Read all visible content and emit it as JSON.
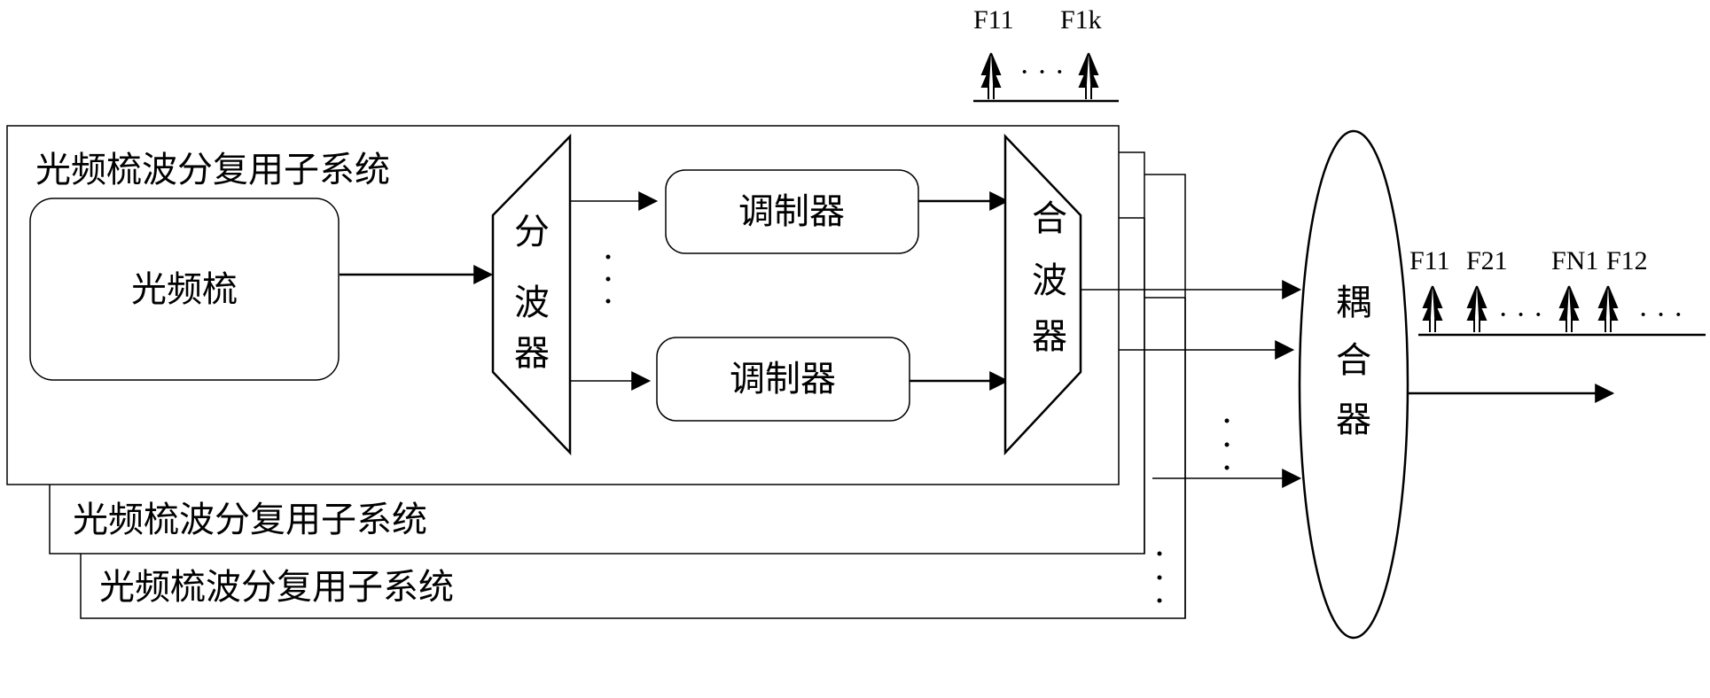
{
  "subsystem": {
    "title_front": "光频梳波分复用子系统",
    "title_middle": "光频梳波分复用子系统",
    "title_back": "光频梳波分复用子系统"
  },
  "comb_label": "光频梳",
  "demux_chars": [
    "分",
    "波",
    "器"
  ],
  "modulator_top": "调制器",
  "modulator_bottom": "调制器",
  "mux_chars": [
    "合",
    "波",
    "器"
  ],
  "coupler_chars": [
    "耦",
    "合",
    "器"
  ],
  "top_spectrum": {
    "labels": [
      "F11",
      "F1k"
    ],
    "ellipsis": "· · ·"
  },
  "right_spectrum": {
    "labels": [
      "F11",
      "F21",
      "FN1",
      "F12"
    ],
    "ellipsis": "· · ·",
    "trailing": "· · ·"
  },
  "vertical_ellipsis": ":",
  "colors": {
    "line": "#000000",
    "background": "#ffffff"
  }
}
